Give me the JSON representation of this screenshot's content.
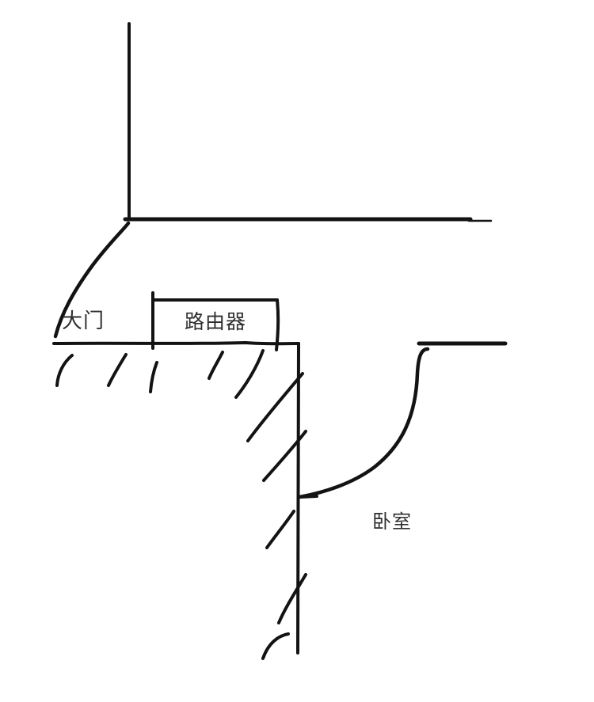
{
  "diagram": {
    "labels": {
      "entrance": "大门",
      "router": "路由器",
      "bedroom": "卧室"
    },
    "colors": {
      "background": "#ffffff",
      "ink": "#131313",
      "label_text": "#2f2f2f"
    }
  }
}
